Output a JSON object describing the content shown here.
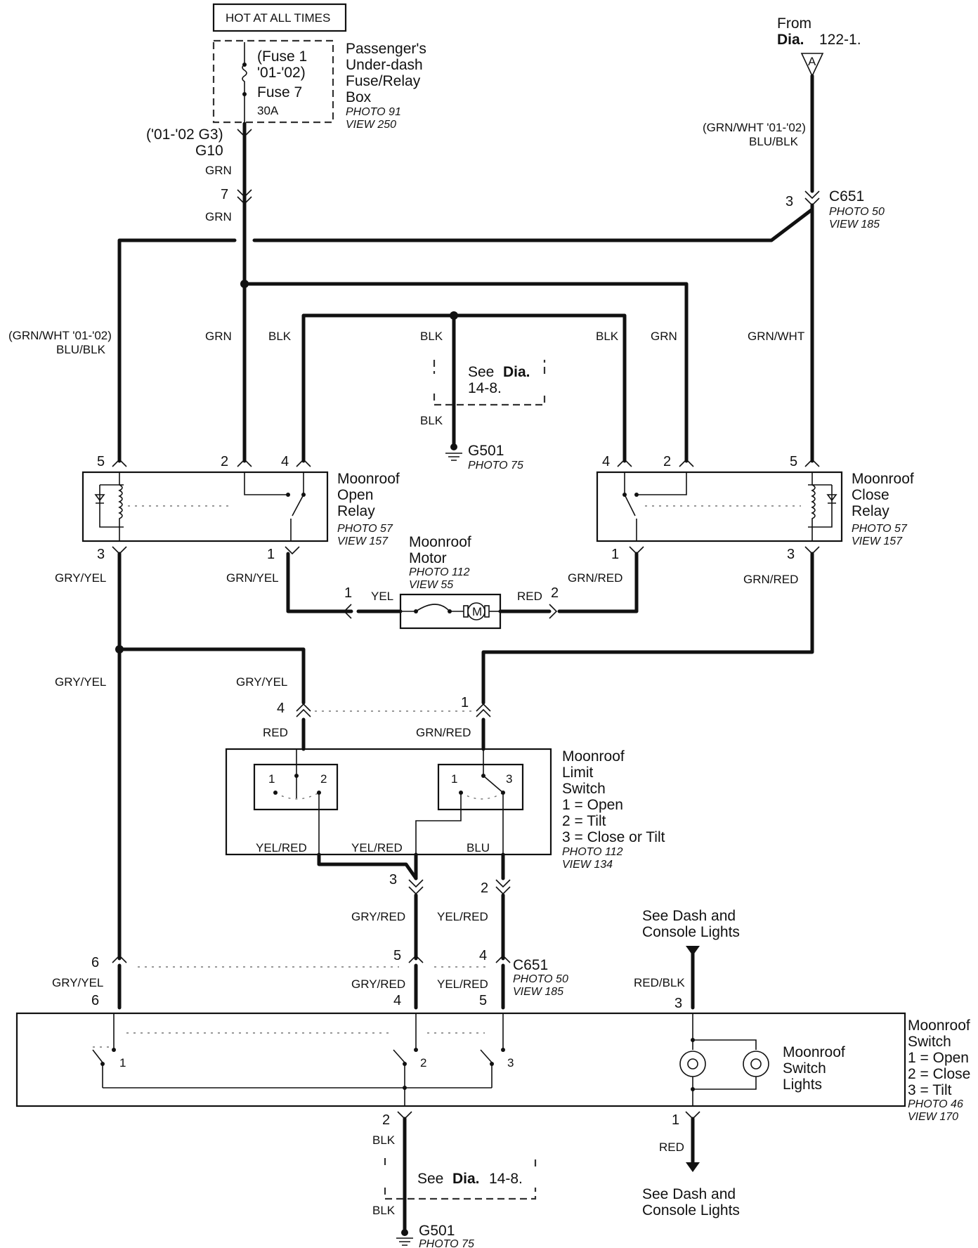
{
  "header": {
    "hot_label": "HOT AT ALL TIMES"
  },
  "fuse_box": {
    "fuse_line1": "(Fuse 1",
    "fuse_line2": "'01-'02)",
    "fuse_line3": "Fuse 7",
    "rating": "30A",
    "name_lines": [
      "Passenger's",
      "Under-dash",
      "Fuse/Relay",
      "Box"
    ],
    "photo": "PHOTO 91",
    "view": "VIEW 250"
  },
  "ground_conn": {
    "alt": "('01-'02 G3)",
    "name": "G10"
  },
  "from_dia": {
    "line1": "From",
    "dia": "Dia.",
    "num": "122-1.",
    "marker": "A"
  },
  "c651_top": {
    "pin": "3",
    "name": "C651",
    "photo": "PHOTO 50",
    "view": "VIEW 185"
  },
  "wires": {
    "grn": "GRN",
    "grn_pin": "7",
    "grnwht_alt": "(GRN/WHT '01-'02)",
    "blu_blk": "BLU/BLK",
    "blk": "BLK",
    "grn_wht": "GRN/WHT",
    "gry_yel": "GRY/YEL",
    "grn_yel": "GRN/YEL",
    "grn_red": "GRN/RED",
    "yel": "YEL",
    "red": "RED",
    "yel_red": "YEL/RED",
    "blu": "BLU",
    "gry_red": "GRY/RED",
    "red_blk": "RED/BLK"
  },
  "see_dia": {
    "see": "See",
    "dia": "Dia.",
    "num": "14-8."
  },
  "g501": {
    "name": "G501",
    "photo": "PHOTO 75"
  },
  "open_relay": {
    "lines": [
      "Moonroof",
      "Open",
      "Relay"
    ],
    "photo": "PHOTO 57",
    "view": "VIEW 157",
    "pins": {
      "p5": "5",
      "p2": "2",
      "p4": "4",
      "p3": "3",
      "p1": "1"
    }
  },
  "close_relay": {
    "lines": [
      "Moonroof",
      "Close",
      "Relay"
    ],
    "photo": "PHOTO 57",
    "view": "VIEW 157",
    "pins": {
      "p4": "4",
      "p2": "2",
      "p5": "5",
      "p1": "1",
      "p3": "3"
    }
  },
  "motor": {
    "lines": [
      "Moonroof",
      "Motor"
    ],
    "photo": "PHOTO 112",
    "view": "VIEW 55",
    "symbol": "M",
    "pin1": "1",
    "pin2": "2"
  },
  "limit_switch": {
    "lines": [
      "Moonroof",
      "Limit",
      "Switch",
      "1 = Open",
      "2 = Tilt",
      "3 = Close or Tilt"
    ],
    "photo": "PHOTO 112",
    "view": "VIEW 134",
    "pins": {
      "p4": "4",
      "p1": "1",
      "p3": "3",
      "p2": "2"
    },
    "contacts": {
      "a1": "1",
      "a2": "2",
      "b1": "1",
      "b3": "3"
    }
  },
  "c651_bottom": {
    "name": "C651",
    "photo": "PHOTO 50",
    "view": "VIEW 185",
    "pins_top": {
      "p6": "6",
      "p5": "5",
      "p4": "4"
    },
    "pins_bottom": {
      "p6": "6",
      "p4": "4",
      "p5": "5"
    }
  },
  "dash_lights": {
    "line1": "See Dash and",
    "line2": "Console Lights"
  },
  "moonroof_switch": {
    "lines": [
      "Moonroof",
      "Switch",
      "1 = Open",
      "2 = Close",
      "3 = Tilt"
    ],
    "photo": "PHOTO 46",
    "view": "VIEW 170",
    "contacts": {
      "c1": "1",
      "c2": "2",
      "c3": "3"
    },
    "pin_rb": "3",
    "pin_gnd": "2",
    "pin_red": "1",
    "lights": [
      "Moonroof",
      "Switch",
      "Lights"
    ]
  }
}
